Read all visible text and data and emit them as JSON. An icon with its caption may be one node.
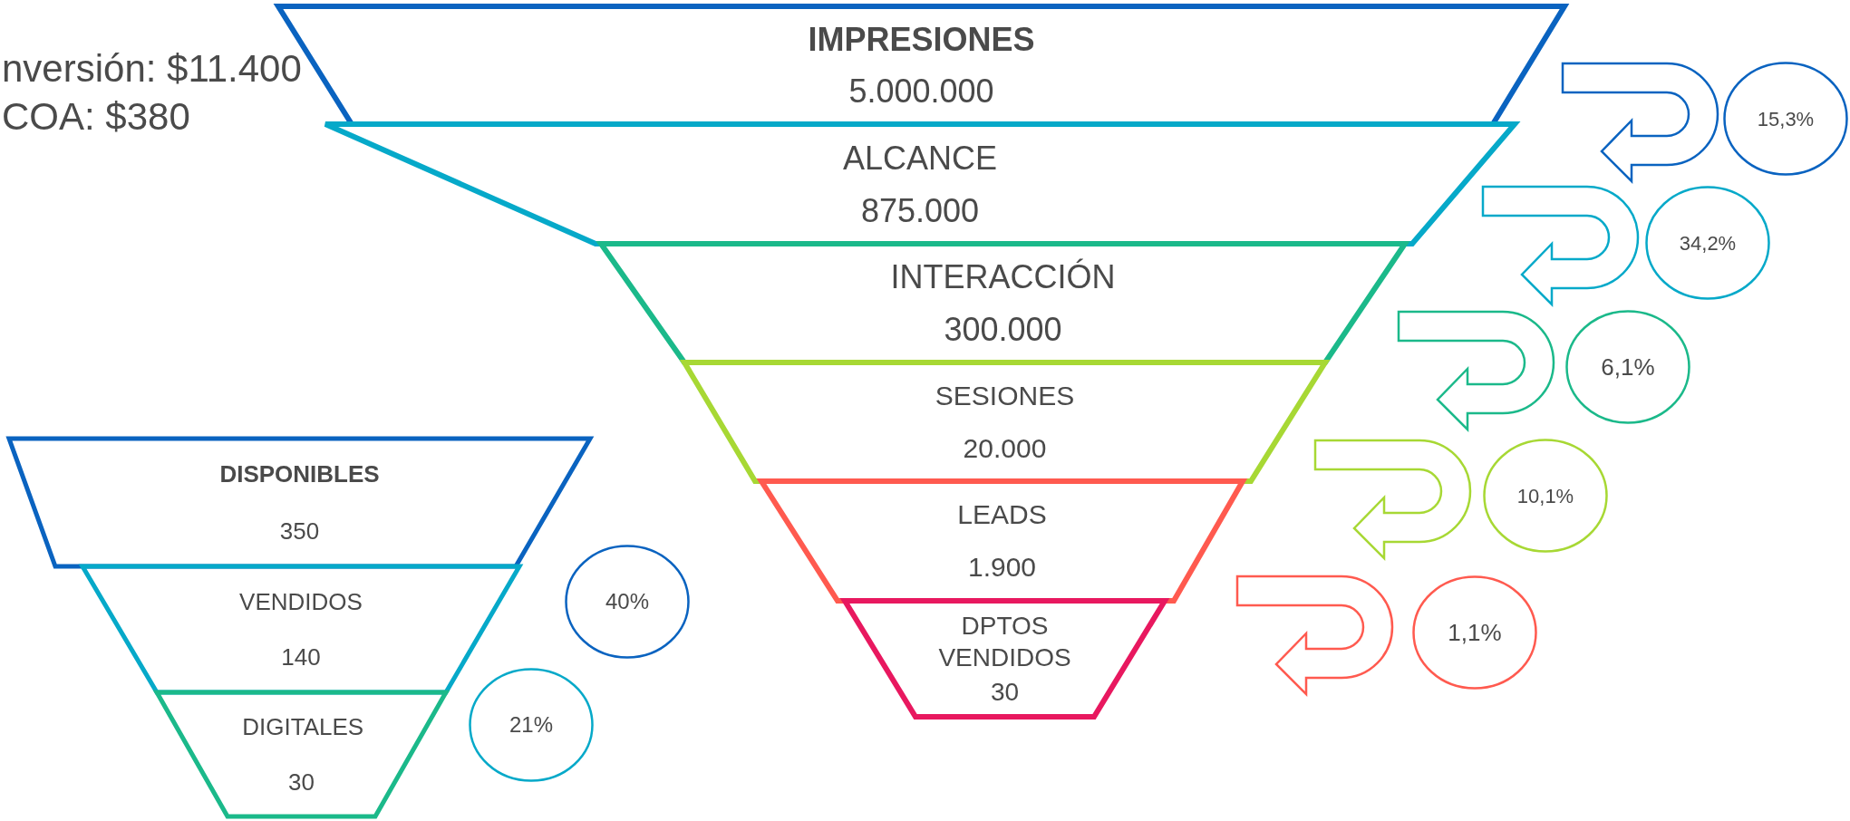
{
  "diagram": {
    "nodes": [
      {
        "text": [
          "IMPRESIONES",
          "5.000.000"
        ]
      },
      {
        "text": [
          "ALCANCE",
          "875.000"
        ]
      },
      {
        "text": [
          "INTERACCIÓN",
          "300.000"
        ]
      },
      {
        "text": [
          "SESIONES",
          "20.000"
        ]
      },
      {
        "text": [
          "LEADS",
          "1.900"
        ]
      },
      {
        "text": [
          "DPTOS VENDIDOS",
          "30"
        ]
      },
      {
        "text": [
          "15,3%"
        ]
      },
      {
        "text": [
          "34,2%"
        ]
      },
      {
        "text": [
          "6,1%"
        ]
      },
      {
        "text": [
          "10,1%"
        ]
      },
      {
        "text": [
          "1,1%"
        ]
      },
      {
        "text": [
          "DISPONIBLES",
          "350"
        ]
      },
      {
        "text": [
          "VENDIDOS",
          "140"
        ]
      },
      {
        "text": [
          "DIGITALES",
          "30"
        ]
      },
      {
        "text": [
          "40%"
        ]
      },
      {
        "text": [
          "21%"
        ]
      }
    ],
    "labels": [
      "**nversión**: $11.400",
      "**COA**: $380"
    ]
  }
}
